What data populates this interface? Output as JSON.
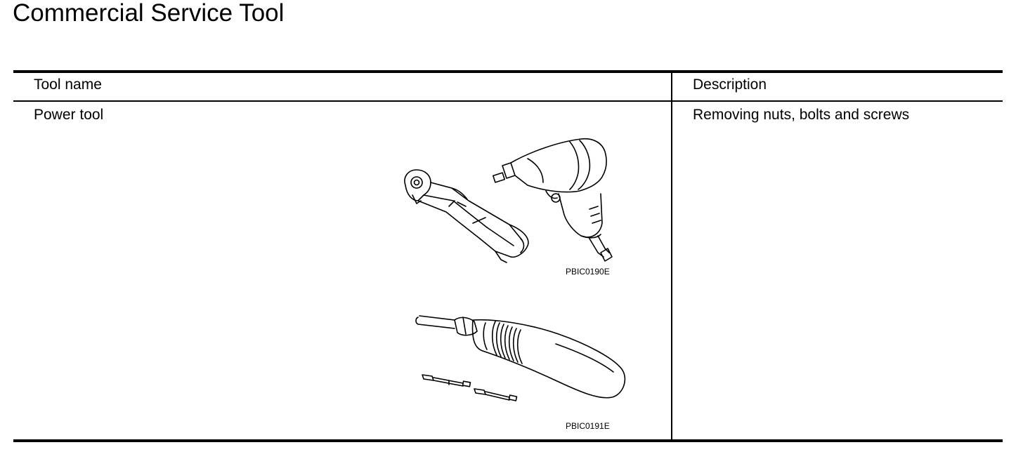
{
  "page": {
    "title": "Commercial Service Tool"
  },
  "table": {
    "headers": {
      "tool_name": "Tool name",
      "description": "Description"
    },
    "rows": [
      {
        "tool_name": "Power tool",
        "description": "Removing nuts, bolts and screws",
        "figures": [
          {
            "code": "PBIC0190E",
            "icon": "air-ratchet-and-impact-wrench-illustration"
          },
          {
            "code": "PBIC0191E",
            "icon": "power-screwdriver-with-bits-illustration"
          }
        ]
      }
    ]
  }
}
